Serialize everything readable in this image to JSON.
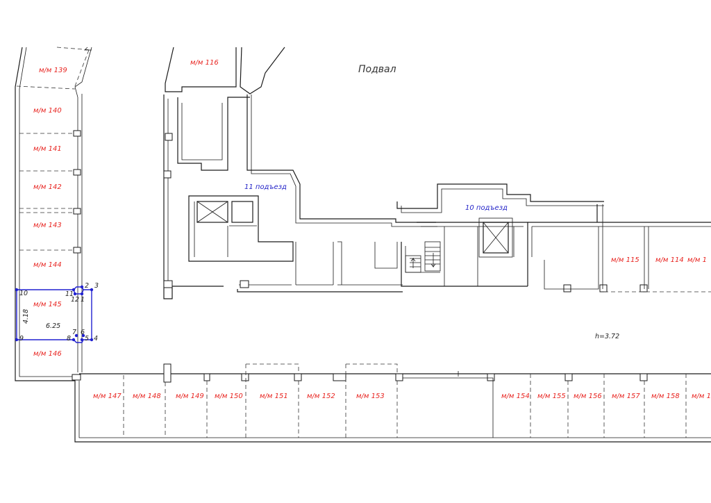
{
  "title": "Подвал",
  "height_label": "h=3.72",
  "entrances": [
    "11 подъезд",
    "10 подъезд"
  ],
  "spaces": [
    {
      "id": "mm139",
      "label": "м/м 139"
    },
    {
      "id": "mm140",
      "label": "м/м 140"
    },
    {
      "id": "mm141",
      "label": "м/м 141"
    },
    {
      "id": "mm142",
      "label": "м/м 142"
    },
    {
      "id": "mm143",
      "label": "м/м 143"
    },
    {
      "id": "mm144",
      "label": "м/м 144"
    },
    {
      "id": "mm145",
      "label": "м/м 145"
    },
    {
      "id": "mm146",
      "label": "м/м 146"
    },
    {
      "id": "mm116",
      "label": "м/м 116"
    },
    {
      "id": "mm115",
      "label": "м/м 115"
    },
    {
      "id": "mm114",
      "label": "м/м 114"
    },
    {
      "id": "mm113",
      "label": "м/м 1"
    },
    {
      "id": "mm147",
      "label": "м/м 147"
    },
    {
      "id": "mm148",
      "label": "м/м 148"
    },
    {
      "id": "mm149",
      "label": "м/м 149"
    },
    {
      "id": "mm150",
      "label": "м/м 150"
    },
    {
      "id": "mm151",
      "label": "м/м 151"
    },
    {
      "id": "mm152",
      "label": "м/м 152"
    },
    {
      "id": "mm153",
      "label": "м/м 153"
    },
    {
      "id": "mm154",
      "label": "м/м 154"
    },
    {
      "id": "mm155",
      "label": "м/м 155"
    },
    {
      "id": "mm156",
      "label": "м/м 156"
    },
    {
      "id": "mm157",
      "label": "м/м 157"
    },
    {
      "id": "mm158",
      "label": "м/м 158"
    },
    {
      "id": "mm159",
      "label": "м/м 1"
    }
  ],
  "selection": {
    "width_label": "6.25",
    "height_label": "4.18",
    "points": [
      "1",
      "2",
      "3",
      "4",
      "5",
      "6",
      "7",
      "8",
      "9",
      "10",
      "11",
      "12"
    ]
  },
  "colors": {
    "space_label": "#e8231f",
    "entrance_label": "#2424c8",
    "selection": "#2020d0"
  }
}
